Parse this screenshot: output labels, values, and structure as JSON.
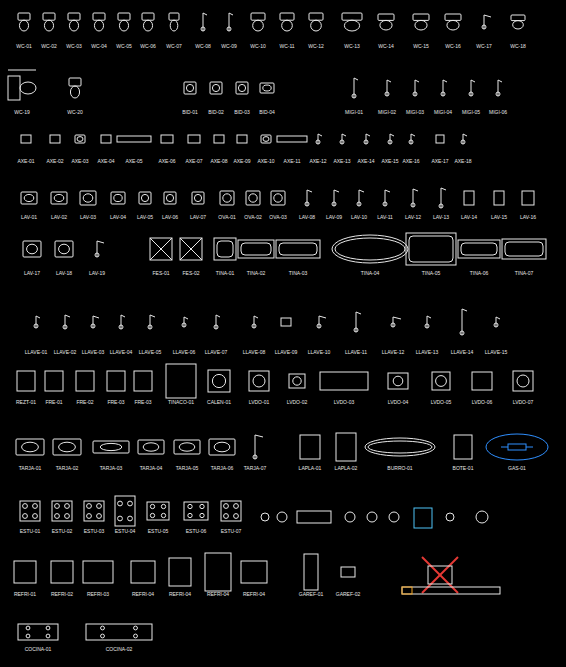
{
  "diagram": {
    "labels": [
      "WC-01",
      "WC-02",
      "WC-03",
      "WC-04",
      "WC-05",
      "WC-06",
      "WC-07",
      "WC-08",
      "WC-09",
      "WC-10",
      "WC-11",
      "WC-12",
      "WC-13",
      "WC-14",
      "WC-15",
      "WC-16",
      "WC-17",
      "WC-18",
      "WC-19",
      "WC-20",
      "BID-01",
      "BID-02",
      "BID-03",
      "BID-04",
      "MIGI-01",
      "MIGI-02",
      "MIGI-03",
      "MIGI-04",
      "MIGI-05",
      "MIGI-06",
      "AXE-01",
      "AXE-02",
      "AXE-03",
      "AXE-04",
      "AXE-05",
      "AXE-06",
      "AXE-07",
      "AXE-08",
      "AXE-09",
      "AXE-10",
      "AXE-11",
      "AXE-12",
      "AXE-13",
      "AXE-14",
      "AXE-15",
      "AXE-16",
      "AXE-17",
      "AXE-18",
      "LAV-01",
      "LAV-02",
      "LAV-03",
      "LAV-04",
      "LAV-05",
      "LAV-06",
      "LAV-07",
      "OVA-01",
      "OVA-02",
      "OVA-03",
      "LAV-08",
      "LAV-09",
      "LAV-10",
      "LAV-11",
      "LAV-12",
      "LAV-13",
      "LAV-14",
      "LAV-15",
      "LAV-16",
      "LAV-17",
      "LAV-18",
      "LAV-19",
      "FES-01",
      "FES-02",
      "TINA-01",
      "TINA-02",
      "TINA-03",
      "TINA-04",
      "TINA-05",
      "TINA-06",
      "TINA-07",
      "LLAVE-01",
      "LLAVE-02",
      "LLAVE-03",
      "LLAVE-04",
      "LLAVE-05",
      "LLAVE-06",
      "LLAVE-07",
      "LLAVE-08",
      "LLAVE-09",
      "LLAVE-10",
      "LLAVE-11",
      "LLAVE-12",
      "LLAVE-13",
      "LLAVE-14",
      "LLAVE-15",
      "REZT-01",
      "FRE-01",
      "FRE-02",
      "FRE-03",
      "FRE-03",
      "TINACO-01",
      "CALEN-01",
      "LVDO-01",
      "LVDO-02",
      "LVDO-03",
      "LVDO-04",
      "LVDO-05",
      "LVDO-06",
      "LVDO-07",
      "TARJA-01",
      "TARJA-02",
      "TARJA-03",
      "TARJA-04",
      "TARJA-05",
      "TARJA-06",
      "TARJA-07",
      "LAPLA-01",
      "LAPLA-02",
      "BURRO-01",
      "BOTE-01",
      "GAS-01",
      "ESTU-01",
      "ESTU-02",
      "ESTU-03",
      "ESTU-04",
      "ESTU-05",
      "ESTU-06",
      "ESTU-07",
      "REFRI-01",
      "REFRI-02",
      "REFRI-03",
      "REFRI-04",
      "REFRI-04",
      "REFRI-04",
      "REFRI-04",
      "GAREF-01",
      "GAREF-02",
      "COCINA-01",
      "COCINA-02"
    ]
  }
}
